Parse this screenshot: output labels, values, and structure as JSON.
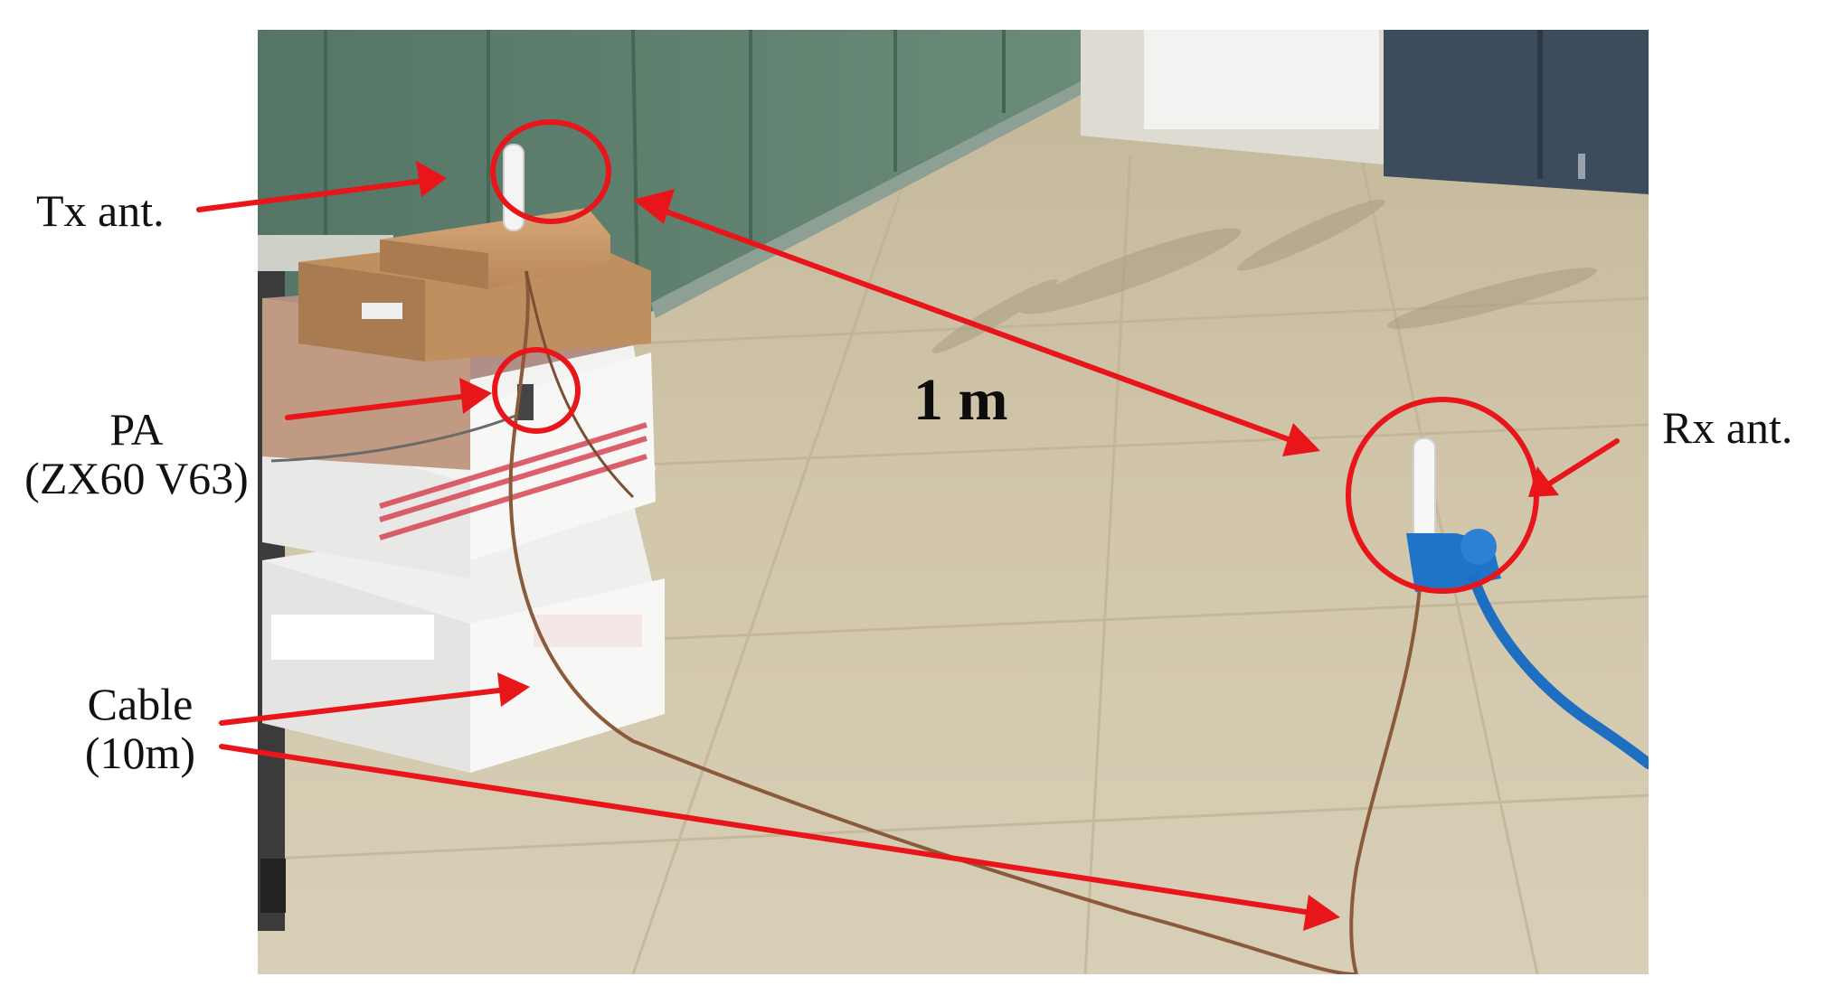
{
  "annotations": {
    "tx_antenna": "Tx ant.",
    "rx_antenna": "Rx ant.",
    "pa": {
      "line1": "PA",
      "line2": "(ZX60 V63)"
    },
    "cable": {
      "line1": "Cable",
      "line2": "(10m)"
    },
    "distance": "1 m"
  },
  "colors": {
    "annotation_red": "#e8161b",
    "floor": "#cfc4a7",
    "cabinet_green": "#5f7f6d",
    "rx_clamp_blue": "#1f73c9"
  }
}
